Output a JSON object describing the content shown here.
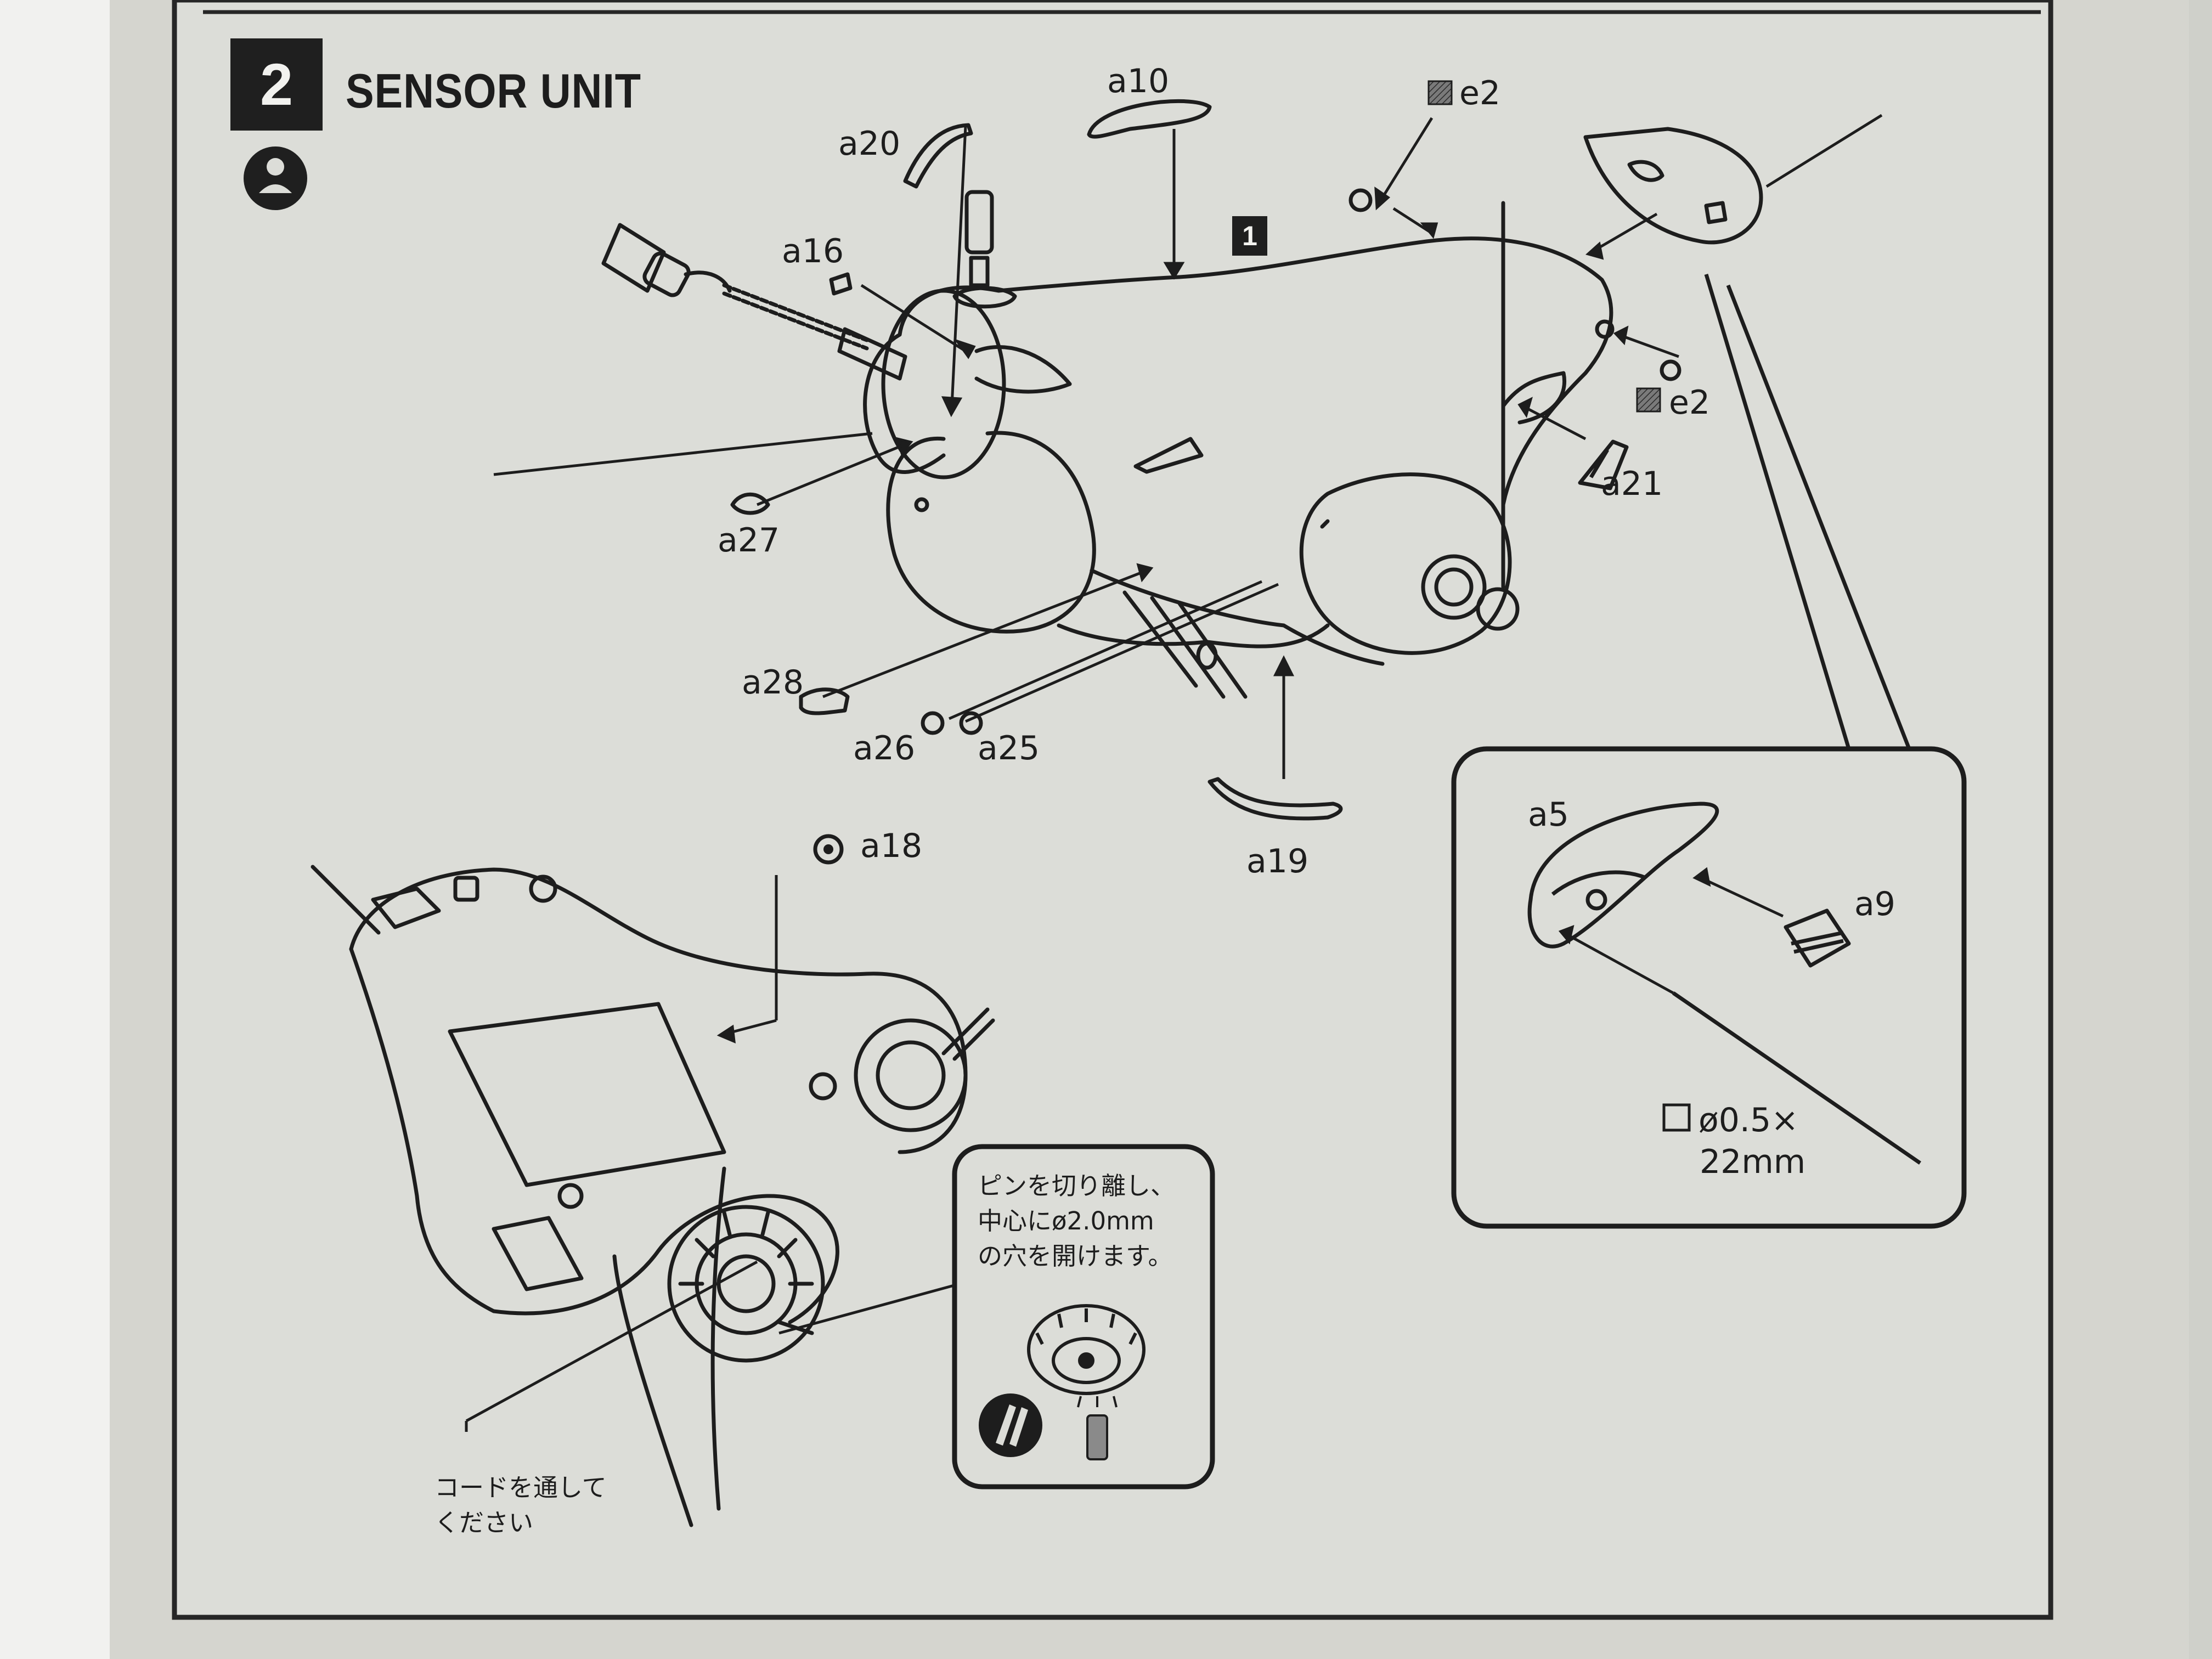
{
  "step": {
    "number": "2",
    "title": "SENSOR UNIT"
  },
  "callout_number": "1",
  "parts": {
    "a10": "a10",
    "a20": "a20",
    "a16": "a16",
    "e2_top": "e2",
    "e2_right": "e2",
    "a21": "a21",
    "a27": "a27",
    "a28": "a28",
    "a26": "a26",
    "a25": "a25",
    "a19": "a19",
    "a18": "a18",
    "a5": "a5",
    "a9": "a9"
  },
  "wire_spec": {
    "line1": "ø0.5×",
    "line2": "22mm"
  },
  "notes": {
    "drill_note": "ピンを切り離し、\n中心にø2.0mm\nの穴を開けます。",
    "cord_note": "コードを通して\nください"
  },
  "icons": [
    "person-icon",
    "square-hatched-icon",
    "square-outline-icon",
    "drill-bit-icon"
  ],
  "colors": {
    "paper": "#dcddd8",
    "ink": "#1d1d1d",
    "frame": "#262626"
  }
}
